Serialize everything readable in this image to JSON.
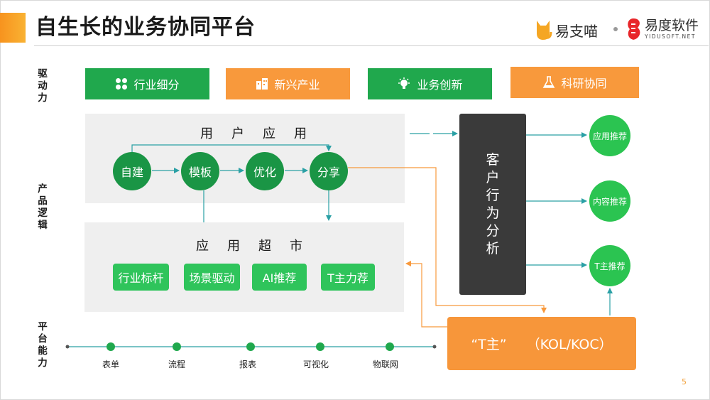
{
  "title": "自生长的业务协同平台",
  "logos": {
    "left_text": "易支喵",
    "right_text": "易度软件",
    "right_subtext": "YIDUSOFT.NET"
  },
  "side_labels": {
    "drive": "驱\n动\n力",
    "product": "产\n品\n逻\n辑",
    "platform": "平\n台\n能\n力"
  },
  "drivers": [
    {
      "label": "行业细分",
      "icon": "grid-dots-icon",
      "color": "#20a84d"
    },
    {
      "label": "新兴产业",
      "icon": "buildings-icon",
      "color": "#f8993c"
    },
    {
      "label": "业务创新",
      "icon": "lightbulb-icon",
      "color": "#20a84d"
    },
    {
      "label": "科研协同",
      "icon": "flask-icon",
      "color": "#f8993c"
    }
  ],
  "user_app": {
    "title": "用户应用",
    "steps": [
      "自建",
      "模板",
      "优化",
      "分享"
    ]
  },
  "app_market": {
    "title": "应用超市",
    "items": [
      "行业标杆",
      "场景驱动",
      "AI推荐",
      "T主力荐"
    ]
  },
  "analysis": "客户行为分析",
  "recommendations": [
    "应用推荐",
    "内容推荐",
    "T主推荐"
  ],
  "t_owner": {
    "name": "“T主”",
    "tag": "（KOL/KOC）"
  },
  "platform_items": [
    "表单",
    "流程",
    "报表",
    "可视化",
    "物联网"
  ],
  "page_number": "5",
  "colors": {
    "green": "#20a84d",
    "dark_green": "#1a9545",
    "light_green": "#2fc45b",
    "orange": "#f8993c",
    "dark": "#3a3a3a",
    "teal_line": "#2aa0a5"
  }
}
